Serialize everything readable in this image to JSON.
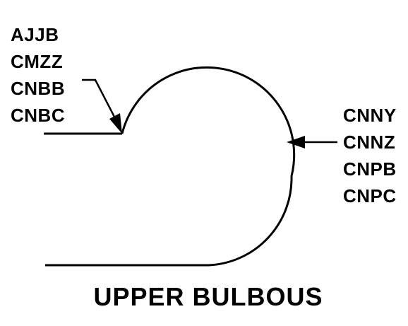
{
  "diagram": {
    "left_codes": [
      "AJJB",
      "CMZZ",
      "CNBB",
      "CNBC"
    ],
    "right_codes": [
      "CNNY",
      "CNNZ",
      "CNPB",
      "CNPC"
    ],
    "caption": "UPPER BULBOUS"
  },
  "colors": {
    "stroke": "#000000",
    "background": "#ffffff"
  }
}
